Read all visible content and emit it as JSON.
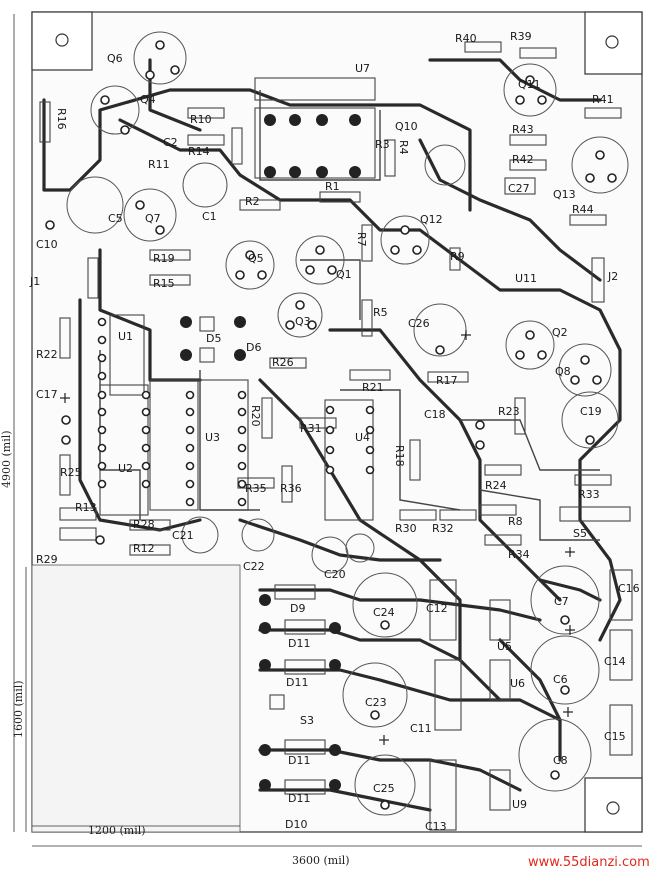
{
  "dimensions": {
    "height_total": "4900 (mil)",
    "width_total": "3600 (mil)",
    "height_sub": "1600 (mil)",
    "width_sub": "1200 (mil)"
  },
  "watermark": "www.55dianzi.com",
  "components": [
    {
      "id": "q6",
      "label": "Q6"
    },
    {
      "id": "q4",
      "label": "Q4"
    },
    {
      "id": "r16",
      "label": "R16"
    },
    {
      "id": "r10",
      "label": "R10"
    },
    {
      "id": "c2",
      "label": "C2"
    },
    {
      "id": "r14",
      "label": "R14"
    },
    {
      "id": "r11",
      "label": "R11"
    },
    {
      "id": "u7",
      "label": "U7"
    },
    {
      "id": "q10",
      "label": "Q10"
    },
    {
      "id": "r40",
      "label": "R40"
    },
    {
      "id": "r39",
      "label": "R39"
    },
    {
      "id": "q11",
      "label": "Q11"
    },
    {
      "id": "r41",
      "label": "R41"
    },
    {
      "id": "r43",
      "label": "R43"
    },
    {
      "id": "r42",
      "label": "R42"
    },
    {
      "id": "c27",
      "label": "C27"
    },
    {
      "id": "q13",
      "label": "Q13"
    },
    {
      "id": "r44",
      "label": "R44"
    },
    {
      "id": "r3",
      "label": "R3"
    },
    {
      "id": "r4",
      "label": "R4"
    },
    {
      "id": "r1",
      "label": "R1"
    },
    {
      "id": "r2",
      "label": "R2"
    },
    {
      "id": "c5",
      "label": "C5"
    },
    {
      "id": "q7",
      "label": "Q7"
    },
    {
      "id": "c1",
      "label": "C1"
    },
    {
      "id": "q12",
      "label": "Q12"
    },
    {
      "id": "r9",
      "label": "R9"
    },
    {
      "id": "c10",
      "label": "C10"
    },
    {
      "id": "j1",
      "label": "J1"
    },
    {
      "id": "r19",
      "label": "R19"
    },
    {
      "id": "r15",
      "label": "R15"
    },
    {
      "id": "q5",
      "label": "Q5"
    },
    {
      "id": "q1",
      "label": "Q1"
    },
    {
      "id": "r7",
      "label": "R7"
    },
    {
      "id": "u11",
      "label": "U11"
    },
    {
      "id": "j2",
      "label": "J2"
    },
    {
      "id": "u1",
      "label": "U1"
    },
    {
      "id": "d5",
      "label": "D5"
    },
    {
      "id": "d6",
      "label": "D6"
    },
    {
      "id": "q3",
      "label": "Q3"
    },
    {
      "id": "r5",
      "label": "R5"
    },
    {
      "id": "c26",
      "label": "C26"
    },
    {
      "id": "q2",
      "label": "Q2"
    },
    {
      "id": "q8",
      "label": "Q8"
    },
    {
      "id": "r22",
      "label": "R22"
    },
    {
      "id": "r26",
      "label": "R26"
    },
    {
      "id": "r21",
      "label": "R21"
    },
    {
      "id": "r17",
      "label": "R17"
    },
    {
      "id": "c17",
      "label": "C17"
    },
    {
      "id": "r20",
      "label": "R20"
    },
    {
      "id": "r31",
      "label": "R31"
    },
    {
      "id": "u4",
      "label": "U4"
    },
    {
      "id": "c18",
      "label": "C18"
    },
    {
      "id": "r23",
      "label": "R23"
    },
    {
      "id": "c19",
      "label": "C19"
    },
    {
      "id": "u3",
      "label": "U3"
    },
    {
      "id": "r18",
      "label": "R18"
    },
    {
      "id": "r25",
      "label": "R25"
    },
    {
      "id": "u2",
      "label": "U2"
    },
    {
      "id": "r35",
      "label": "R35"
    },
    {
      "id": "r36",
      "label": "R36"
    },
    {
      "id": "r24",
      "label": "R24"
    },
    {
      "id": "r33",
      "label": "R33"
    },
    {
      "id": "r13",
      "label": "R13"
    },
    {
      "id": "r8",
      "label": "R8"
    },
    {
      "id": "r28",
      "label": "R28"
    },
    {
      "id": "r30",
      "label": "R30"
    },
    {
      "id": "r32",
      "label": "R32"
    },
    {
      "id": "s5",
      "label": "S5"
    },
    {
      "id": "r34",
      "label": "R34"
    },
    {
      "id": "r29",
      "label": "R29"
    },
    {
      "id": "r12",
      "label": "R12"
    },
    {
      "id": "c21",
      "label": "C21"
    },
    {
      "id": "c22",
      "label": "C22"
    },
    {
      "id": "c20",
      "label": "C20"
    },
    {
      "id": "c16",
      "label": "C16"
    },
    {
      "id": "d9",
      "label": "D9"
    },
    {
      "id": "c24",
      "label": "C24"
    },
    {
      "id": "c12",
      "label": "C12"
    },
    {
      "id": "c7",
      "label": "C7"
    },
    {
      "id": "d11a",
      "label": "D11"
    },
    {
      "id": "u5",
      "label": "U5"
    },
    {
      "id": "c14",
      "label": "C14"
    },
    {
      "id": "d11b",
      "label": "D11"
    },
    {
      "id": "c6",
      "label": "C6"
    },
    {
      "id": "u6",
      "label": "U6"
    },
    {
      "id": "c23",
      "label": "C23"
    },
    {
      "id": "s3",
      "label": "S3"
    },
    {
      "id": "c11",
      "label": "C11"
    },
    {
      "id": "c15",
      "label": "C15"
    },
    {
      "id": "c8",
      "label": "C8"
    },
    {
      "id": "d11c",
      "label": "D11"
    },
    {
      "id": "c25",
      "label": "C25"
    },
    {
      "id": "d11d",
      "label": "D11"
    },
    {
      "id": "u9",
      "label": "U9"
    },
    {
      "id": "d10",
      "label": "D10"
    },
    {
      "id": "c13",
      "label": "C13"
    }
  ]
}
